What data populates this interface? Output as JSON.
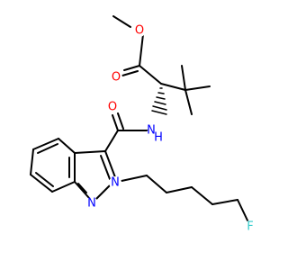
{
  "molecule": {
    "atoms": {
      "o_methoxy": {
        "symbol": "O",
        "color": "#ff0000"
      },
      "o_ester": {
        "symbol": "O",
        "color": "#ff0000"
      },
      "nh": {
        "symbol": "N",
        "h_label": "H",
        "color": "#0000ff"
      },
      "o_amide": {
        "symbol": "O",
        "color": "#ff0000"
      },
      "n_indazole_2": {
        "symbol": "N",
        "color": "#0000ff"
      },
      "n_indazole_1": {
        "symbol": "N",
        "color": "#0000ff"
      },
      "fluorine": {
        "symbol": "F",
        "color": "#33cccc"
      }
    },
    "bond_color": "#000000"
  }
}
